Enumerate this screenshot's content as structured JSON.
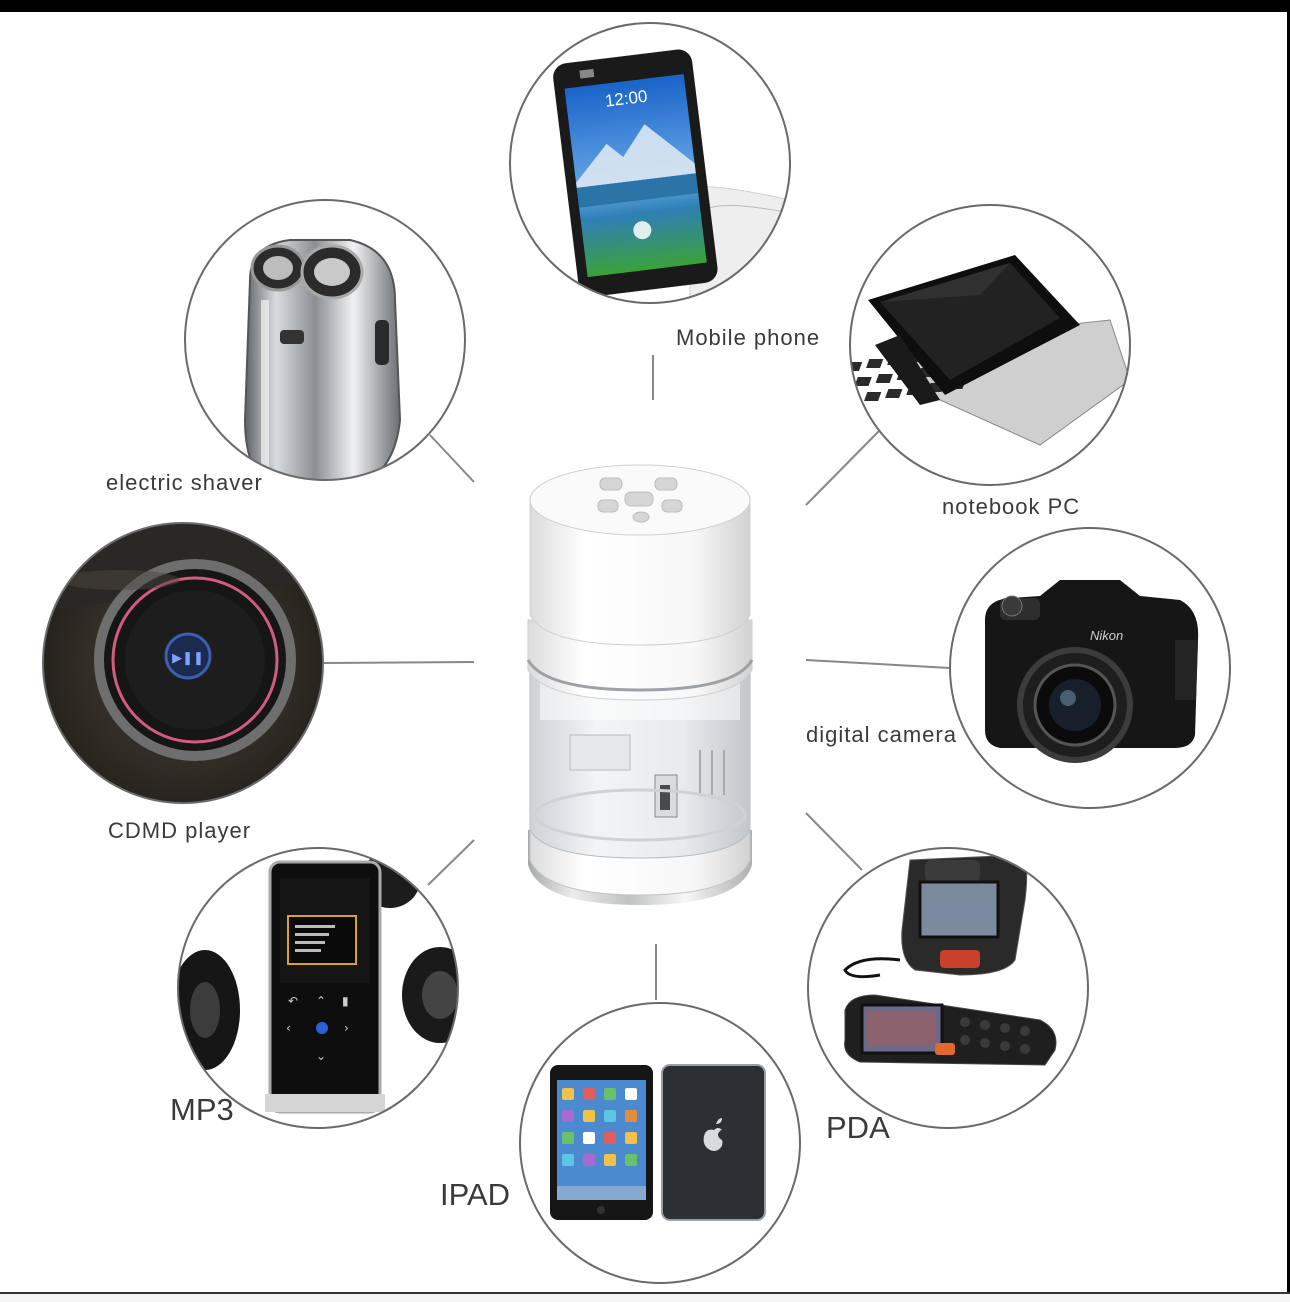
{
  "colors": {
    "ring": "#6a6a6a",
    "connector": "#888888",
    "text": "#3a3a3a",
    "adapter_white": "#f4f4f4"
  },
  "center": {
    "name": "universal-travel-adapter"
  },
  "devices": [
    {
      "key": "mobile_phone",
      "label": "Mobile phone",
      "icon": "mobile-phone-icon"
    },
    {
      "key": "notebook_pc",
      "label": "notebook PC",
      "icon": "laptop-icon"
    },
    {
      "key": "digital_camera",
      "label": "digital camera",
      "icon": "camera-icon"
    },
    {
      "key": "pda",
      "label": "PDA",
      "icon": "pda-scanner-icon"
    },
    {
      "key": "ipad",
      "label": "IPAD",
      "icon": "tablet-icon"
    },
    {
      "key": "mp3",
      "label": "MP3",
      "icon": "mp3-player-icon"
    },
    {
      "key": "cdmd_player",
      "label": "CDMD player",
      "icon": "cd-player-icon"
    },
    {
      "key": "electric_shaver",
      "label": "electric shaver",
      "icon": "shaver-icon"
    }
  ],
  "screen_text": {
    "phone_clock": "12:00",
    "camera_brand": "Nikon"
  }
}
